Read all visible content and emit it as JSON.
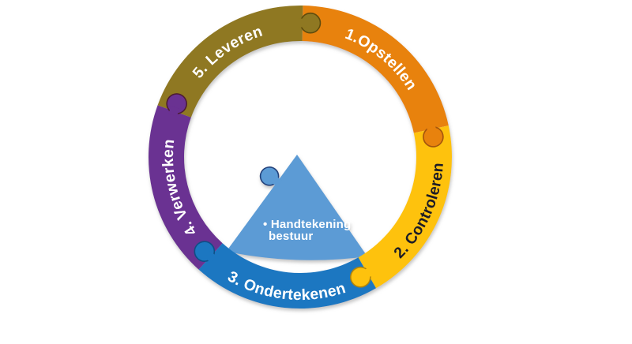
{
  "diagram": {
    "type": "circular-puzzle-cycle",
    "background": "#ffffff",
    "segments": [
      {
        "label": "1.Opstellen",
        "color": "#e8820e",
        "text_color": "#ffffff",
        "knob_stroke": "#a3540c"
      },
      {
        "label": "2. Controleren",
        "color": "#fec20d",
        "text_color": "#1c1b26",
        "knob_stroke": "#b08408"
      },
      {
        "label": "3. Ondertekenen",
        "color": "#1b77c1",
        "text_color": "#ffffff",
        "knob_stroke": "#114f85"
      },
      {
        "label": "4. Verwerken",
        "color": "#6a3092",
        "text_color": "#ffffff",
        "knob_stroke": "#4d1f33"
      },
      {
        "label": "5. Leveren",
        "color": "#8f7820",
        "text_color": "#ffffff",
        "knob_stroke": "#5e4c10"
      }
    ],
    "center": {
      "shape": "mountain-puzzle-piece",
      "color": "#5b9bd5",
      "knob_stroke": "#24427c",
      "text_color": "#ffffff",
      "line1": "• Handtekening",
      "line2": "bestuur"
    }
  }
}
